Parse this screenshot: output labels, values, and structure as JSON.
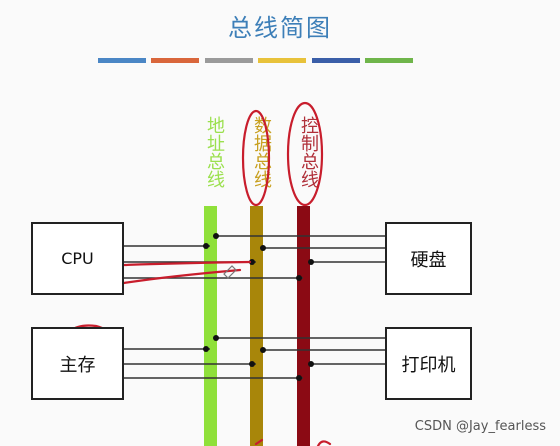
{
  "title": "总线简图",
  "title_stripes": [
    "#4a86c5",
    "#d9663b",
    "#9a9a9a",
    "#e8c23a",
    "#3a5ea8",
    "#6fb54a"
  ],
  "buses": [
    {
      "label": "地址总线",
      "color": "#8fe03a",
      "label_color": "#9be04e"
    },
    {
      "label": "数据总线",
      "color": "#a8860a",
      "label_color": "#c8a020"
    },
    {
      "label": "控制总线",
      "color": "#8b0a14",
      "label_color": "#b0303a"
    }
  ],
  "devices": {
    "cpu": "CPU",
    "main_memory": "主存",
    "disk": "硬盘",
    "printer": "打印机"
  },
  "watermark": "CSDN @Jay_fearless",
  "annotation_color": "#c81d2c"
}
